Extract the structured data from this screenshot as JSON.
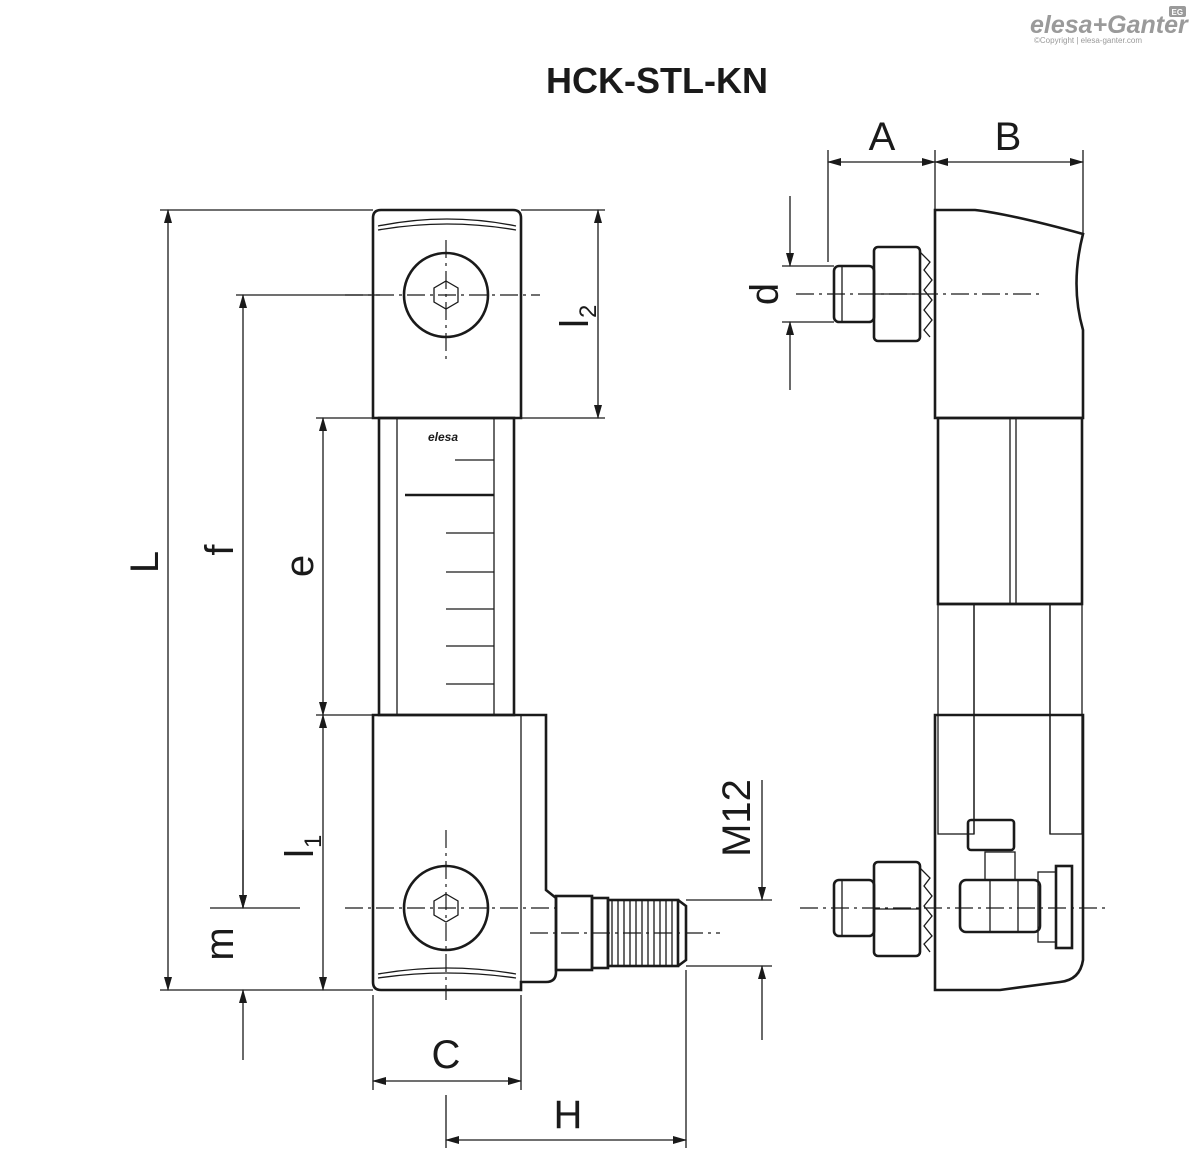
{
  "title": "HCK-STL-KN",
  "brand": {
    "name": "elesa+Ganter",
    "copyright": "©Copyright | elesa-ganter.com",
    "badge": "EG"
  },
  "body_marking": "elesa",
  "dimensions": {
    "L": "L",
    "f": "f",
    "e": "e",
    "l1": "l",
    "l1_sub": "1",
    "l2": "l",
    "l2_sub": "2",
    "m": "m",
    "C": "C",
    "H": "H",
    "A": "A",
    "B": "B",
    "d": "d",
    "thread": "M12"
  }
}
